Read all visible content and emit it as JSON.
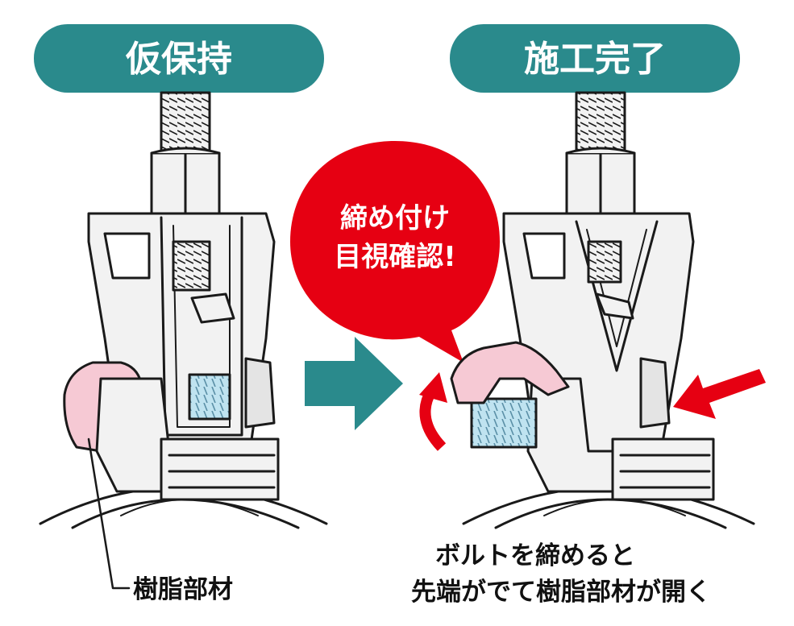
{
  "stages": {
    "left_title": "仮保持",
    "right_title": "施工完了"
  },
  "bubble": {
    "line1": "締め付け",
    "line2": "目視確認!"
  },
  "labels": {
    "resin_part": "樹脂部材"
  },
  "caption": {
    "line1": "ボルトを締めると",
    "line2": "先端がでて樹脂部材が開く"
  },
  "colors": {
    "pill": "#2a8a8c",
    "arrow": "#2a8a8c",
    "bubble": "#e60012",
    "resin": "#f6c9d4",
    "bolt_thread": "#bfe3f0",
    "metal": "#f2f2f2",
    "outline": "#1a1a1a"
  }
}
